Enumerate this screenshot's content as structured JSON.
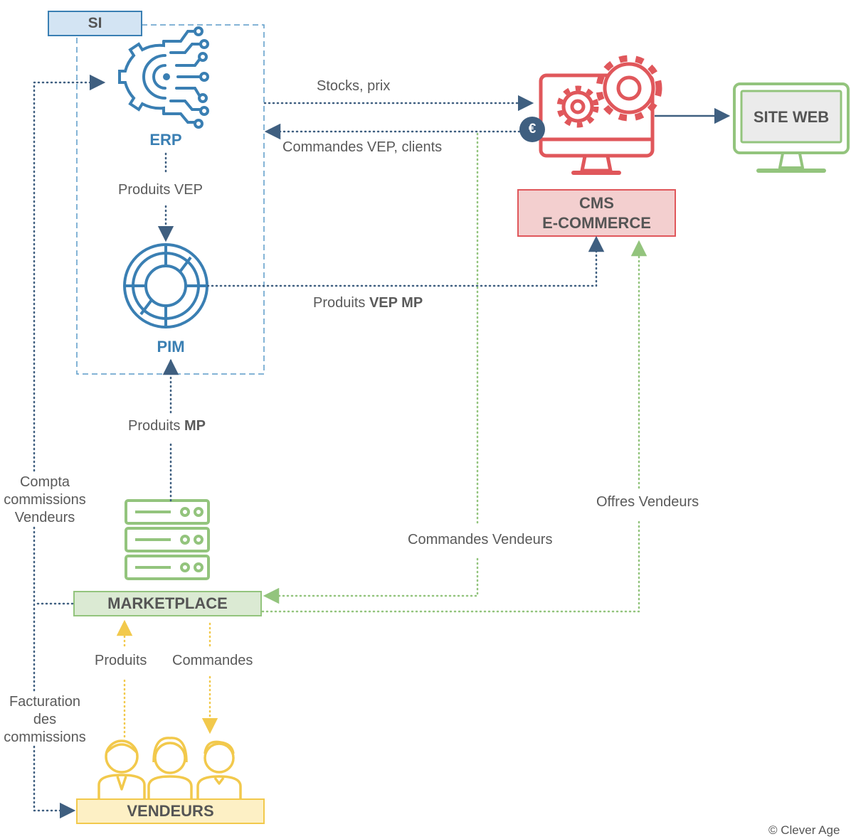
{
  "si": {
    "label": "SI"
  },
  "erp": {
    "label": "ERP"
  },
  "pim": {
    "label": "PIM"
  },
  "cms": {
    "line1": "CMS",
    "line2": "E-COMMERCE"
  },
  "site_web": {
    "label": "SITE WEB"
  },
  "marketplace": {
    "label": "MARKETPLACE"
  },
  "vendeurs": {
    "label": "VENDEURS"
  },
  "euro_badge": "€",
  "flows": {
    "stocks_prix": "Stocks, prix",
    "commandes_vep_clients": "Commandes VEP, clients",
    "produits_vep": "Produits VEP",
    "produits_vep_mp_prefix": "Produits",
    "produits_vep_mp_bold": "VEP MP",
    "produits_mp_prefix": "Produits",
    "produits_mp_bold": "MP",
    "compta": [
      "Compta",
      "commissions",
      "Vendeurs"
    ],
    "facturation": [
      "Facturation",
      "des",
      "commissions"
    ],
    "commandes_vendeurs": "Commandes Vendeurs",
    "offres_vendeurs": "Offres Vendeurs",
    "produits": "Produits",
    "commandes": "Commandes"
  },
  "copyright": "© Clever Age",
  "colors": {
    "blue": "#3a7fb3",
    "blue_dark": "#3f5f80",
    "red": "#e0575b",
    "green": "#93c47d",
    "yellow": "#f2c94c",
    "text": "#5a5a5a"
  }
}
